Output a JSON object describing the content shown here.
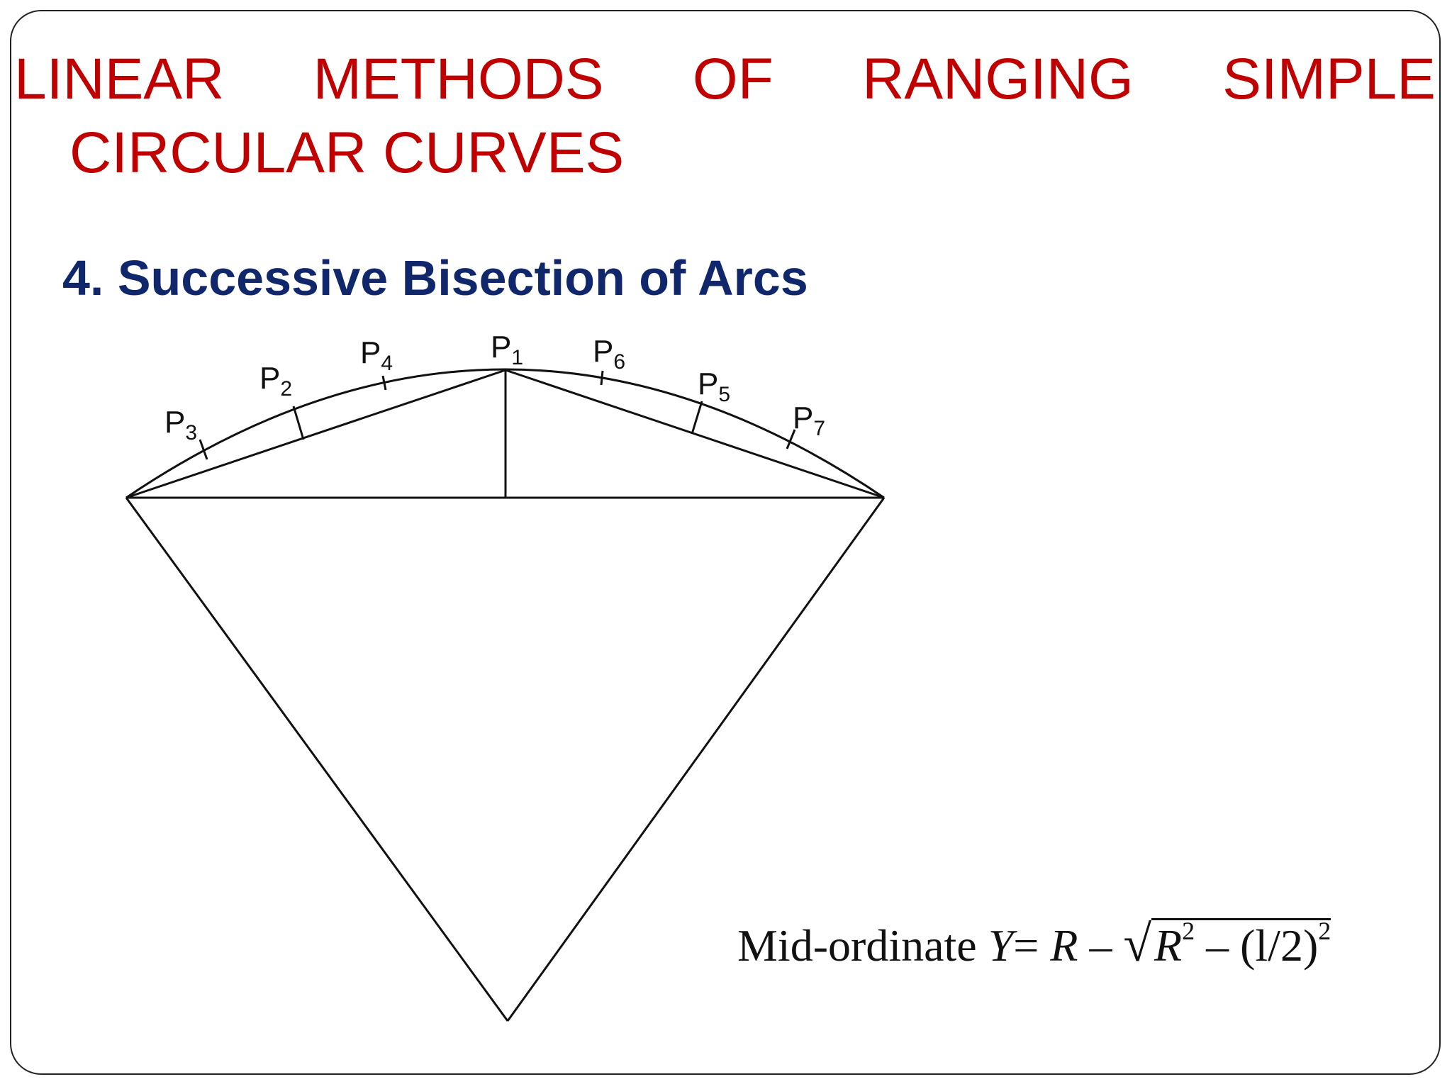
{
  "title": {
    "line1": [
      "LINEAR",
      "METHODS",
      "OF",
      "RANGING",
      "SIMPLE"
    ],
    "line2": "CIRCULAR CURVES"
  },
  "subtitle": "4. Successive Bisection of Arcs",
  "diagram": {
    "points": [
      {
        "id": "P1",
        "letter": "P",
        "sub": "1"
      },
      {
        "id": "P2",
        "letter": "P",
        "sub": "2"
      },
      {
        "id": "P3",
        "letter": "P",
        "sub": "3"
      },
      {
        "id": "P4",
        "letter": "P",
        "sub": "4"
      },
      {
        "id": "P5",
        "letter": "P",
        "sub": "5"
      },
      {
        "id": "P6",
        "letter": "P",
        "sub": "6"
      },
      {
        "id": "P7",
        "letter": "P",
        "sub": "7"
      }
    ]
  },
  "formula": {
    "label": "Mid-ordinate",
    "y": "Y",
    "eq": "=",
    "r": "R",
    "minus": "–",
    "root": "√",
    "r2": "R",
    "sq1": "2",
    "minus2": "–",
    "half": "(l/2)",
    "sq2": "2"
  }
}
